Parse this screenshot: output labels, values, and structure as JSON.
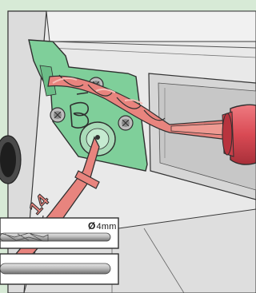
{
  "illustration": {
    "background_color": "#d7ead6",
    "bracket_color": "#7fcf9a",
    "bracket_letter": "B",
    "drill_color": "#e8847e",
    "drill_handle_color": "#d94a54",
    "lever_color": "#e8847e"
  },
  "drill_bit_callout": {
    "diameter_symbol": "Ø",
    "size_text": "4mm"
  }
}
